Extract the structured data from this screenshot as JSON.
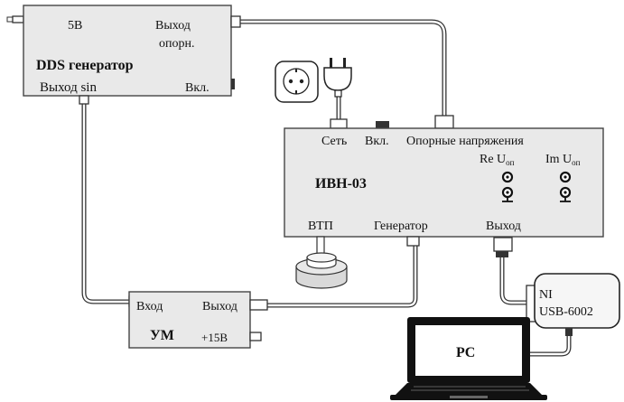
{
  "dds": {
    "v5": "5В",
    "ref_out_1": "Выход",
    "ref_out_2": "опорн.",
    "title": "DDS генератор",
    "sin_out": "Выход sin",
    "power": "Вкл."
  },
  "ivn": {
    "mains": "Сеть",
    "power": "Вкл.",
    "refs": "Опорные напряжения",
    "title": "ИВН-03",
    "re_pre": "Re U",
    "re_sub": "оп",
    "im_pre": "Im U",
    "im_sub": "оп",
    "vtp": "ВТП",
    "gen": "Генератор",
    "out": "Выход"
  },
  "amp": {
    "in": "Вход",
    "out": "Выход",
    "title": "УМ",
    "supply": "+15В"
  },
  "ni": {
    "line1": "NI",
    "line2": "USB-6002"
  },
  "pc": {
    "label": "PC"
  }
}
